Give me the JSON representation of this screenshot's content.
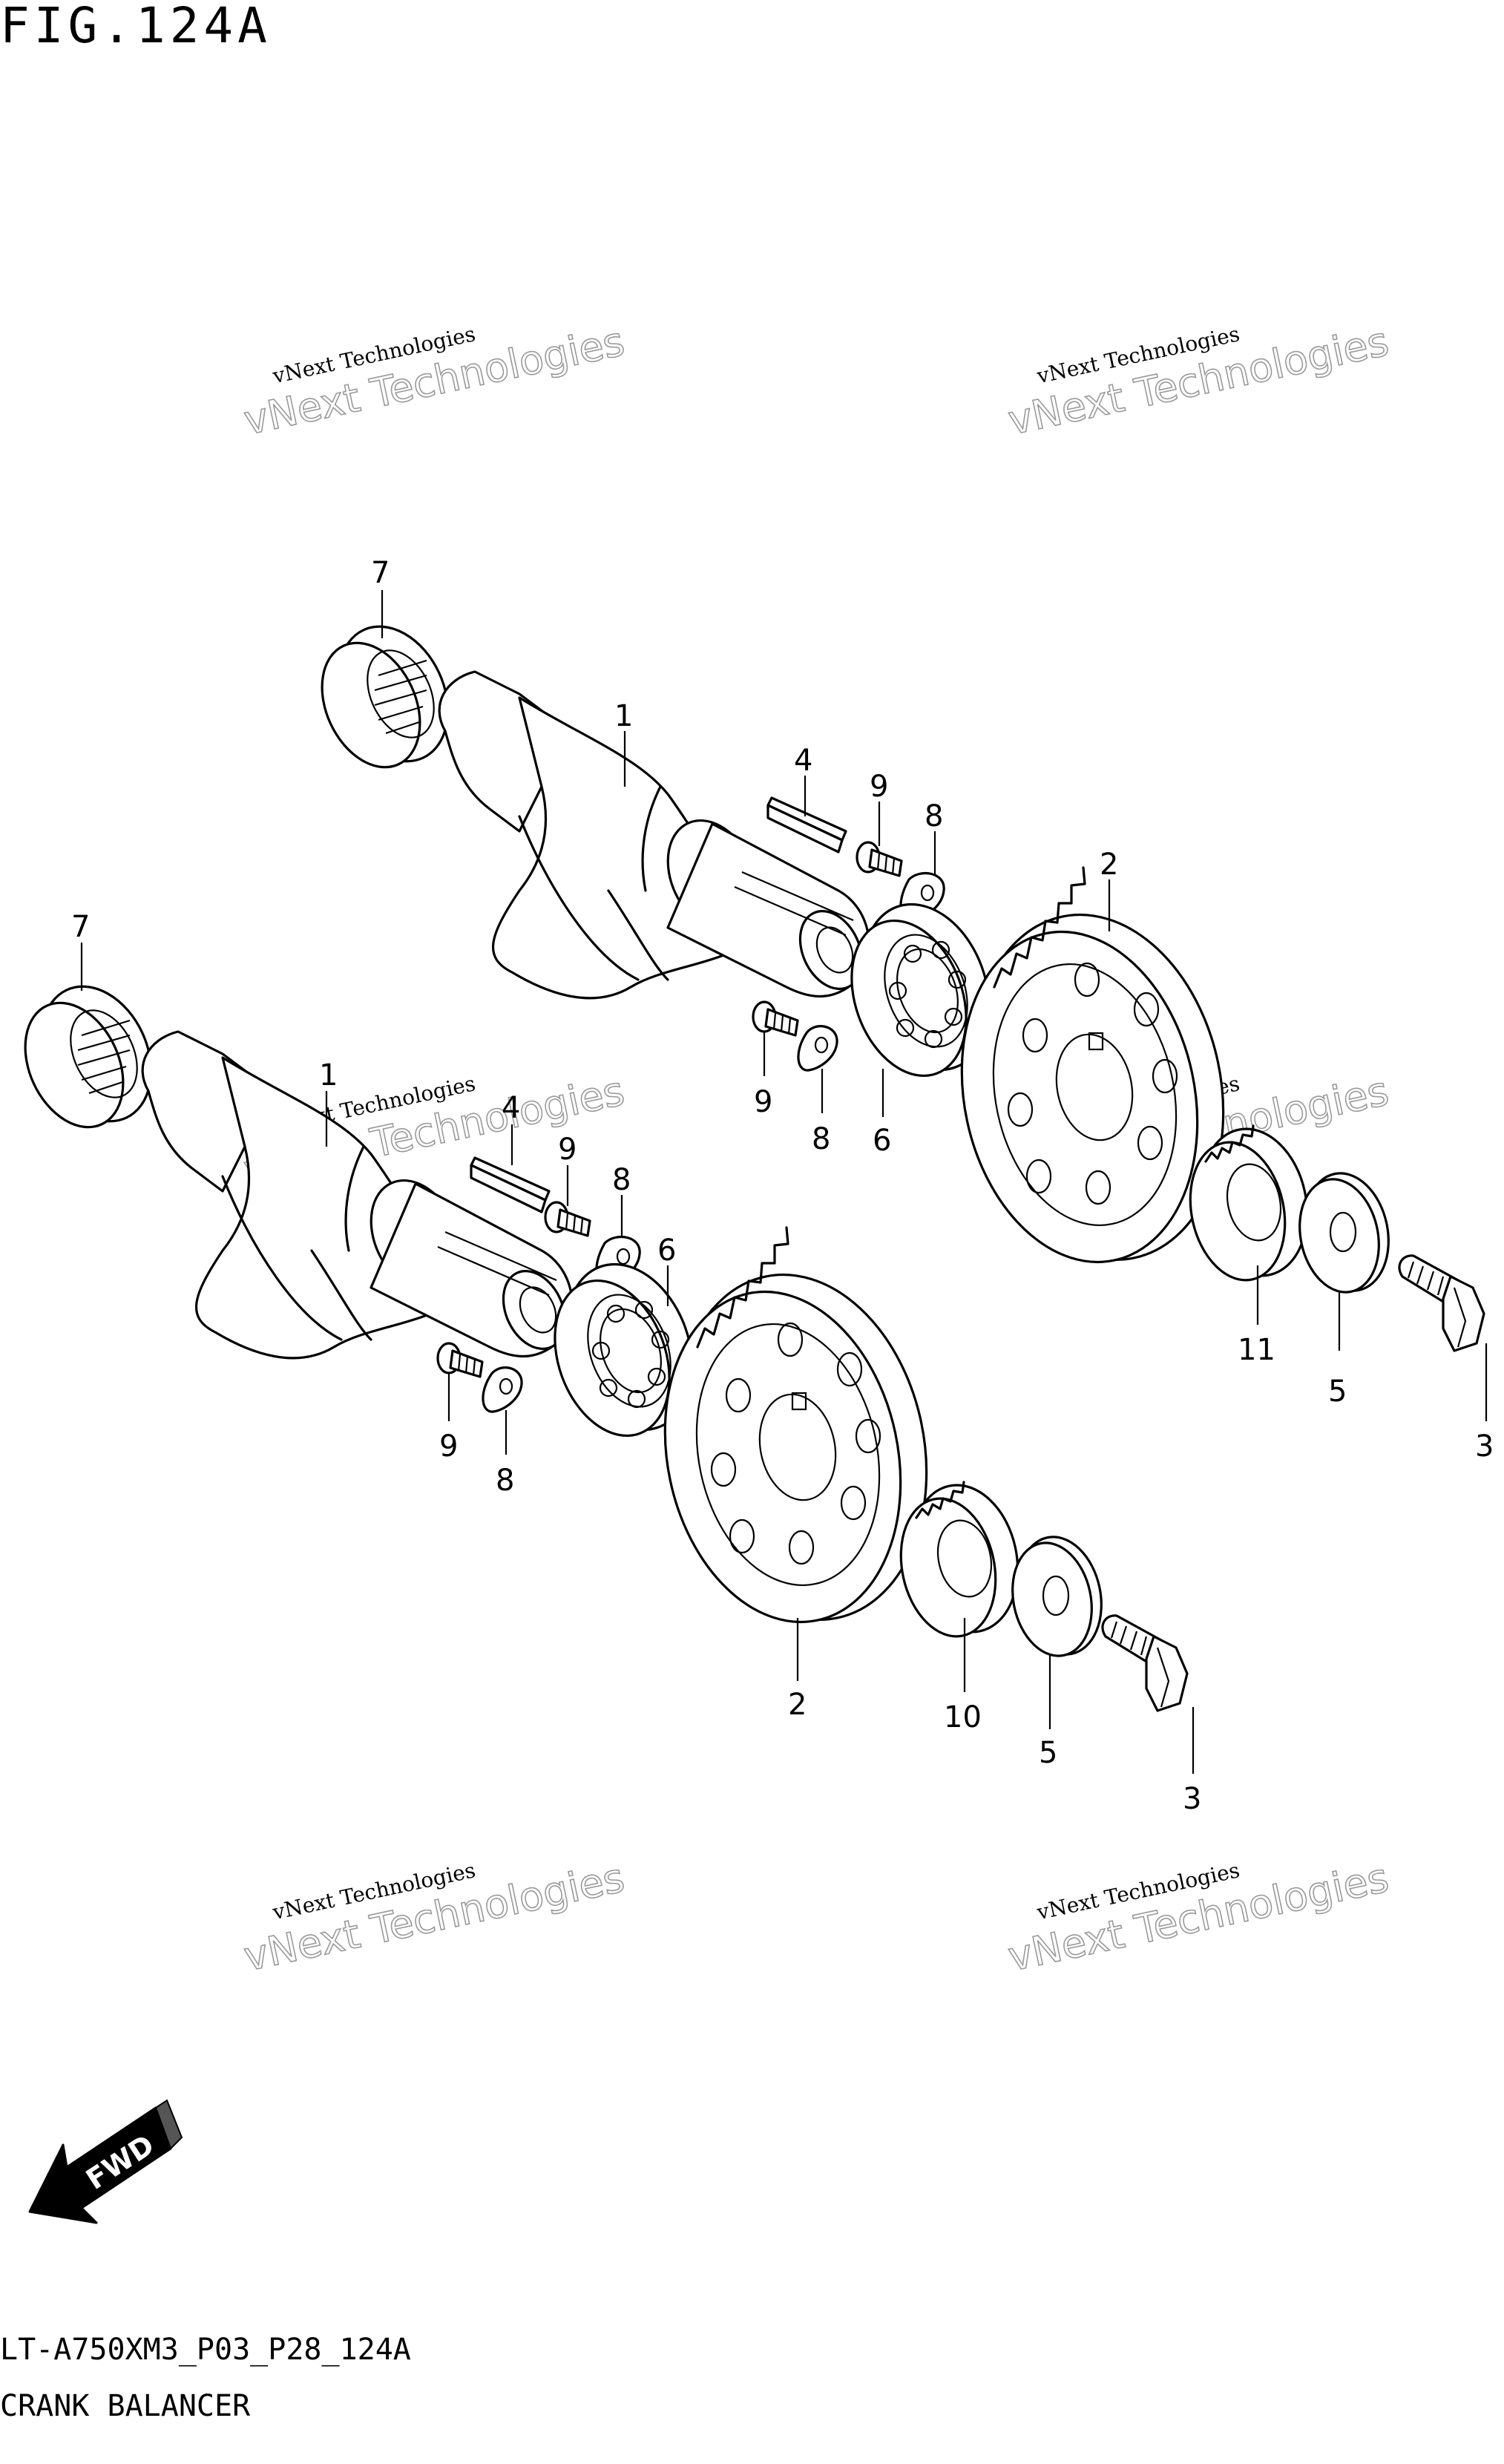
{
  "figure": {
    "title": "FIG.124A",
    "model_code": "LT-A750XM3_P03_P28_124A",
    "section_name": "CRANK BALANCER"
  },
  "watermark": {
    "line1": "vNext Technologies",
    "line2": "vNext Technologies"
  },
  "direction_label": "FWD",
  "callouts": {
    "c1a": "1",
    "c1b": "1",
    "c2a": "2",
    "c2b": "2",
    "c3a": "3",
    "c3b": "3",
    "c4a": "4",
    "c4b": "4",
    "c5a": "5",
    "c5b": "5",
    "c6a": "6",
    "c6b": "6",
    "c7a": "7",
    "c7b": "7",
    "c8a": "8",
    "c8b": "8",
    "c8c": "8",
    "c8d": "8",
    "c9a": "9",
    "c9b": "9",
    "c9c": "9",
    "c9d": "9",
    "c10": "10",
    "c11": "11"
  }
}
